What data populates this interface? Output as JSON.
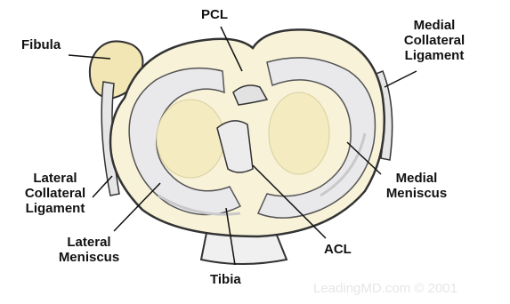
{
  "diagram": {
    "labels": {
      "pcl": "PCL",
      "fibula": "Fibula",
      "medial_collateral_ligament": [
        "Medial",
        "Collateral",
        "Ligament"
      ],
      "lateral_collateral_ligament": [
        "Lateral",
        "Collateral",
        "Ligament"
      ],
      "medial_meniscus": [
        "Medial",
        "Meniscus"
      ],
      "lateral_meniscus": [
        "Lateral",
        "Meniscus"
      ],
      "acl": "ACL",
      "tibia": "Tibia"
    },
    "watermark": "LeadingMD.com © 2001",
    "colors": {
      "meniscus": "#e9e9ec",
      "cartilage": "#f4ecc0",
      "outline": "#333333",
      "bone": "#f2e6b4",
      "shadow": "#c9c9cc"
    }
  }
}
